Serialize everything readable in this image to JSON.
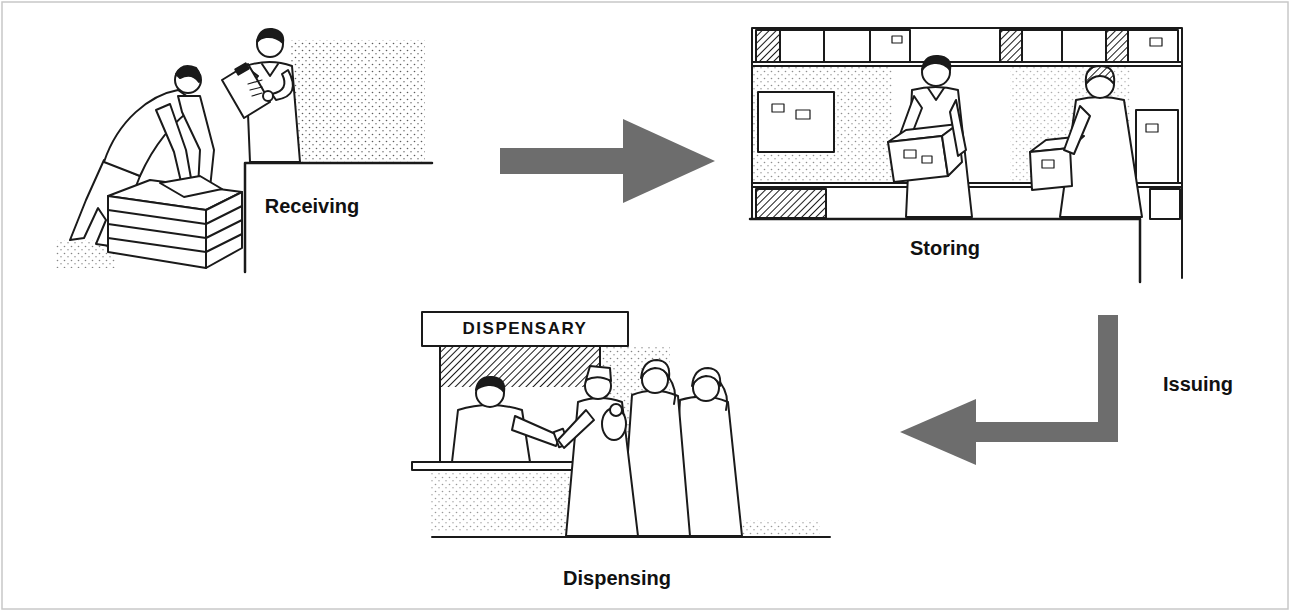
{
  "diagram": {
    "nodes": [
      {
        "text": [
          "Receiving"
        ]
      },
      {
        "text": [
          "Storing"
        ]
      },
      {
        "text": [
          "Dispensing"
        ]
      }
    ],
    "edges": [
      {
        "from": 0,
        "to": 1,
        "arrow": "to"
      },
      {
        "from": 1,
        "to": 2,
        "label": "Issuing",
        "arrow": "to"
      }
    ],
    "labels": [
      "DISPENSARY"
    ]
  }
}
